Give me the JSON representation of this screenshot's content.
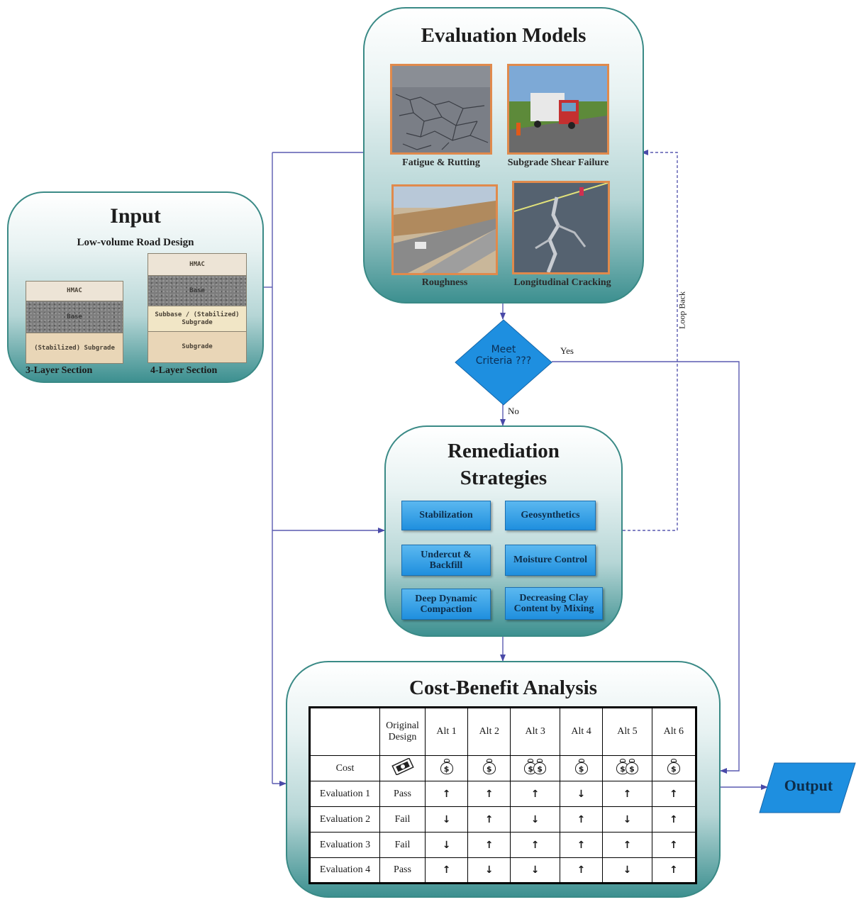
{
  "evaluation": {
    "title": "Evaluation Models",
    "items": [
      "Fatigue & Rutting",
      "Subgrade Shear Failure",
      "Roughness",
      "Longitudinal Cracking"
    ]
  },
  "input": {
    "title": "Input",
    "subtitle": "Low-volume Road Design",
    "three_layer": {
      "caption": "3-Layer Section",
      "layers": [
        "HMAC",
        "Base",
        "(Stabilized) Subgrade"
      ]
    },
    "four_layer": {
      "caption": "4-Layer Section",
      "layers": [
        "HMAC",
        "Base",
        "Subbase / (Stabilized) Subgrade",
        "Subgrade"
      ]
    }
  },
  "decision": {
    "text": "Meet Criteria ???",
    "yes": "Yes",
    "no": "No",
    "loop_back": "Loop Back"
  },
  "remediation": {
    "title_line1": "Remediation",
    "title_line2": "Strategies",
    "strategies": [
      "Stabilization",
      "Geosynthetics",
      "Undercut & Backfill",
      "Moisture Control",
      "Deep Dynamic Compaction",
      "Decreasing Clay Content by Mixing"
    ]
  },
  "cost_benefit": {
    "title": "Cost-Benefit Analysis",
    "headers": [
      "",
      "Original Design",
      "Alt 1",
      "Alt 2",
      "Alt 3",
      "Alt 4",
      "Alt 5",
      "Alt 6"
    ],
    "cost_label": "Cost",
    "cost_bags": [
      1,
      1,
      2,
      1,
      2,
      1
    ],
    "rows": [
      {
        "label": "Evaluation 1",
        "original": "Pass",
        "alts": [
          "up",
          "up",
          "up",
          "down",
          "up",
          "up"
        ]
      },
      {
        "label": "Evaluation 2",
        "original": "Fail",
        "alts": [
          "down",
          "up",
          "down",
          "up",
          "down",
          "up"
        ]
      },
      {
        "label": "Evaluation 3",
        "original": "Fail",
        "alts": [
          "down",
          "up",
          "up",
          "up",
          "up",
          "up"
        ]
      },
      {
        "label": "Evaluation 4",
        "original": "Pass",
        "alts": [
          "up",
          "down",
          "down",
          "up",
          "down",
          "up"
        ]
      }
    ]
  },
  "output": {
    "label": "Output"
  },
  "colors": {
    "panel": "#3a8a86",
    "connector": "#5a5ab0",
    "decision": "#1e8fe0",
    "button": "#3aa5ea"
  }
}
